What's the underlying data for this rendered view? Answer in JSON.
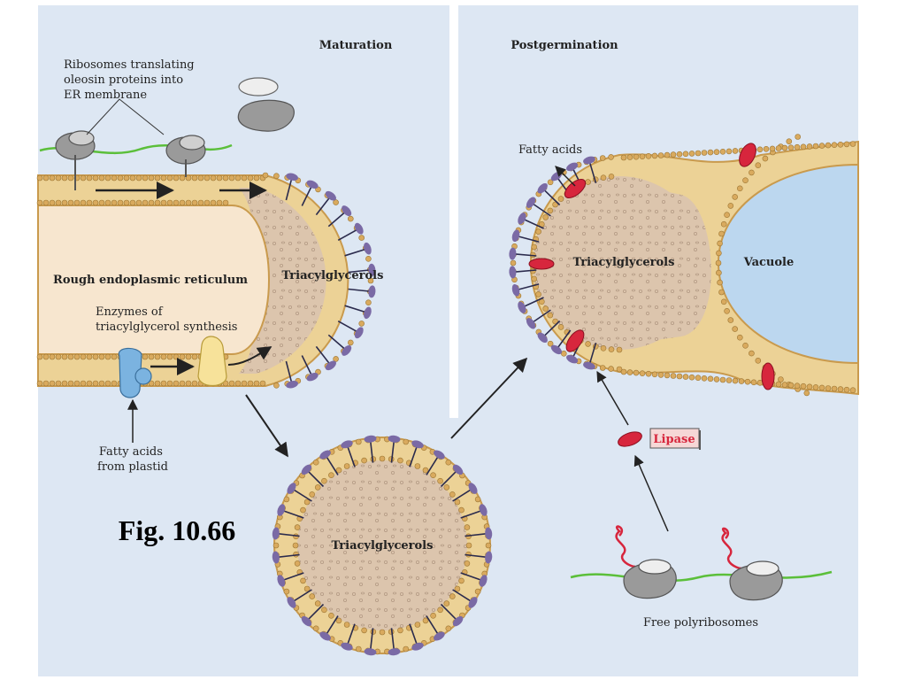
{
  "figure": {
    "maturation_title": "Maturation",
    "postgermination_title": "Postgermination",
    "ribosome_label": [
      "Ribosomes translating",
      "oleosin proteins into",
      "ER membrane"
    ],
    "rer_label": "Rough endoplasmic reticulum",
    "tag_er": "Triacylglycerols",
    "enzymes_label": [
      "Enzymes of",
      "triacylglycerol synthesis"
    ],
    "plastid_label": [
      "Fatty acids",
      "from plastid"
    ],
    "fig_label": "Fig. 10.66",
    "tag_oil_body": "Triacylglycerols",
    "fatty_acids_label": "Fatty acids",
    "tag_germ": "Triacylglycerols",
    "vacuole_label": "Vacuole",
    "lipase_label": "Lipase",
    "polyribosomes_label": "Free polyribosomes"
  },
  "colors": {
    "panel_bg": "#dde7f3",
    "er_lumen": "#f7e6cf",
    "lipid_head": "#d9aa5e",
    "lipid_tail": "#ecd296",
    "tag_core": "#dcc5ad",
    "oleosin": "#7a6aa5",
    "lipase": "#d7263d",
    "vacuole": "#bcd7ef",
    "enzyme_blue": "#7bb3e0",
    "enzyme_yellow": "#f7e29a",
    "ribosome": "#9a9a9a",
    "mrna": "#5bbf3a"
  }
}
